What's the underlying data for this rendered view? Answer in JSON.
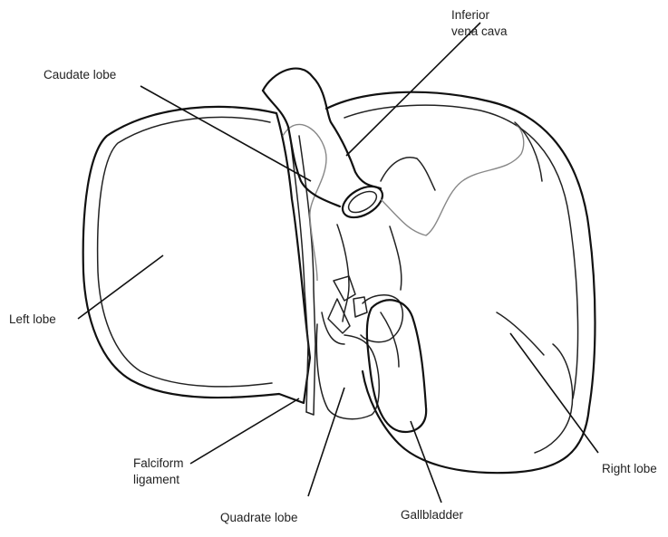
{
  "labels": {
    "ivc_line1": "Inferior",
    "ivc_line2": "vena cava",
    "caudate": "Caudate lobe",
    "left": "Left lobe",
    "falciform_line1": "Falciform",
    "falciform_line2": "ligament",
    "quadrate": "Quadrate lobe",
    "gallbladder": "Gallbladder",
    "right": "Right lobe"
  }
}
